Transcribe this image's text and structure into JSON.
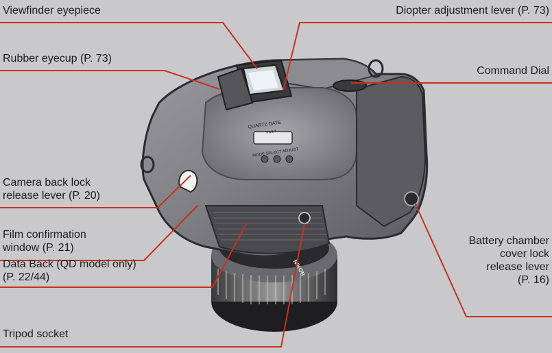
{
  "diagram": {
    "labels": {
      "viewfinder_eyepiece": "Viewfinder eyepiece",
      "diopter_lever": "Diopter adjustment lever (P. 73)",
      "rubber_eyecup": "Rubber eyecup (P. 73)",
      "command_dial": "Command Dial",
      "camera_back_lock": "Camera back lock\nrelease lever (P. 20)",
      "film_window": "Film confirmation\nwindow (P. 21)",
      "data_back": "Data Back (QD model only)\n(P. 22/44)",
      "tripod_socket": "Tripod socket",
      "battery_cover": "Battery chamber\ncover lock\nrelease lever\n(P. 16)"
    },
    "camera_markings": {
      "quartz_date": "QUARTZ DATE",
      "print": "PRINT",
      "modes": "MODE  SELECT  ADJUST",
      "lens_brand": "NIKON"
    },
    "colors": {
      "background": "#c9c9cb",
      "leader_line": "#c8301f",
      "text": "#1a1a1a",
      "camera_body": "#7a7a7e",
      "camera_dark": "#3c3c40"
    }
  }
}
